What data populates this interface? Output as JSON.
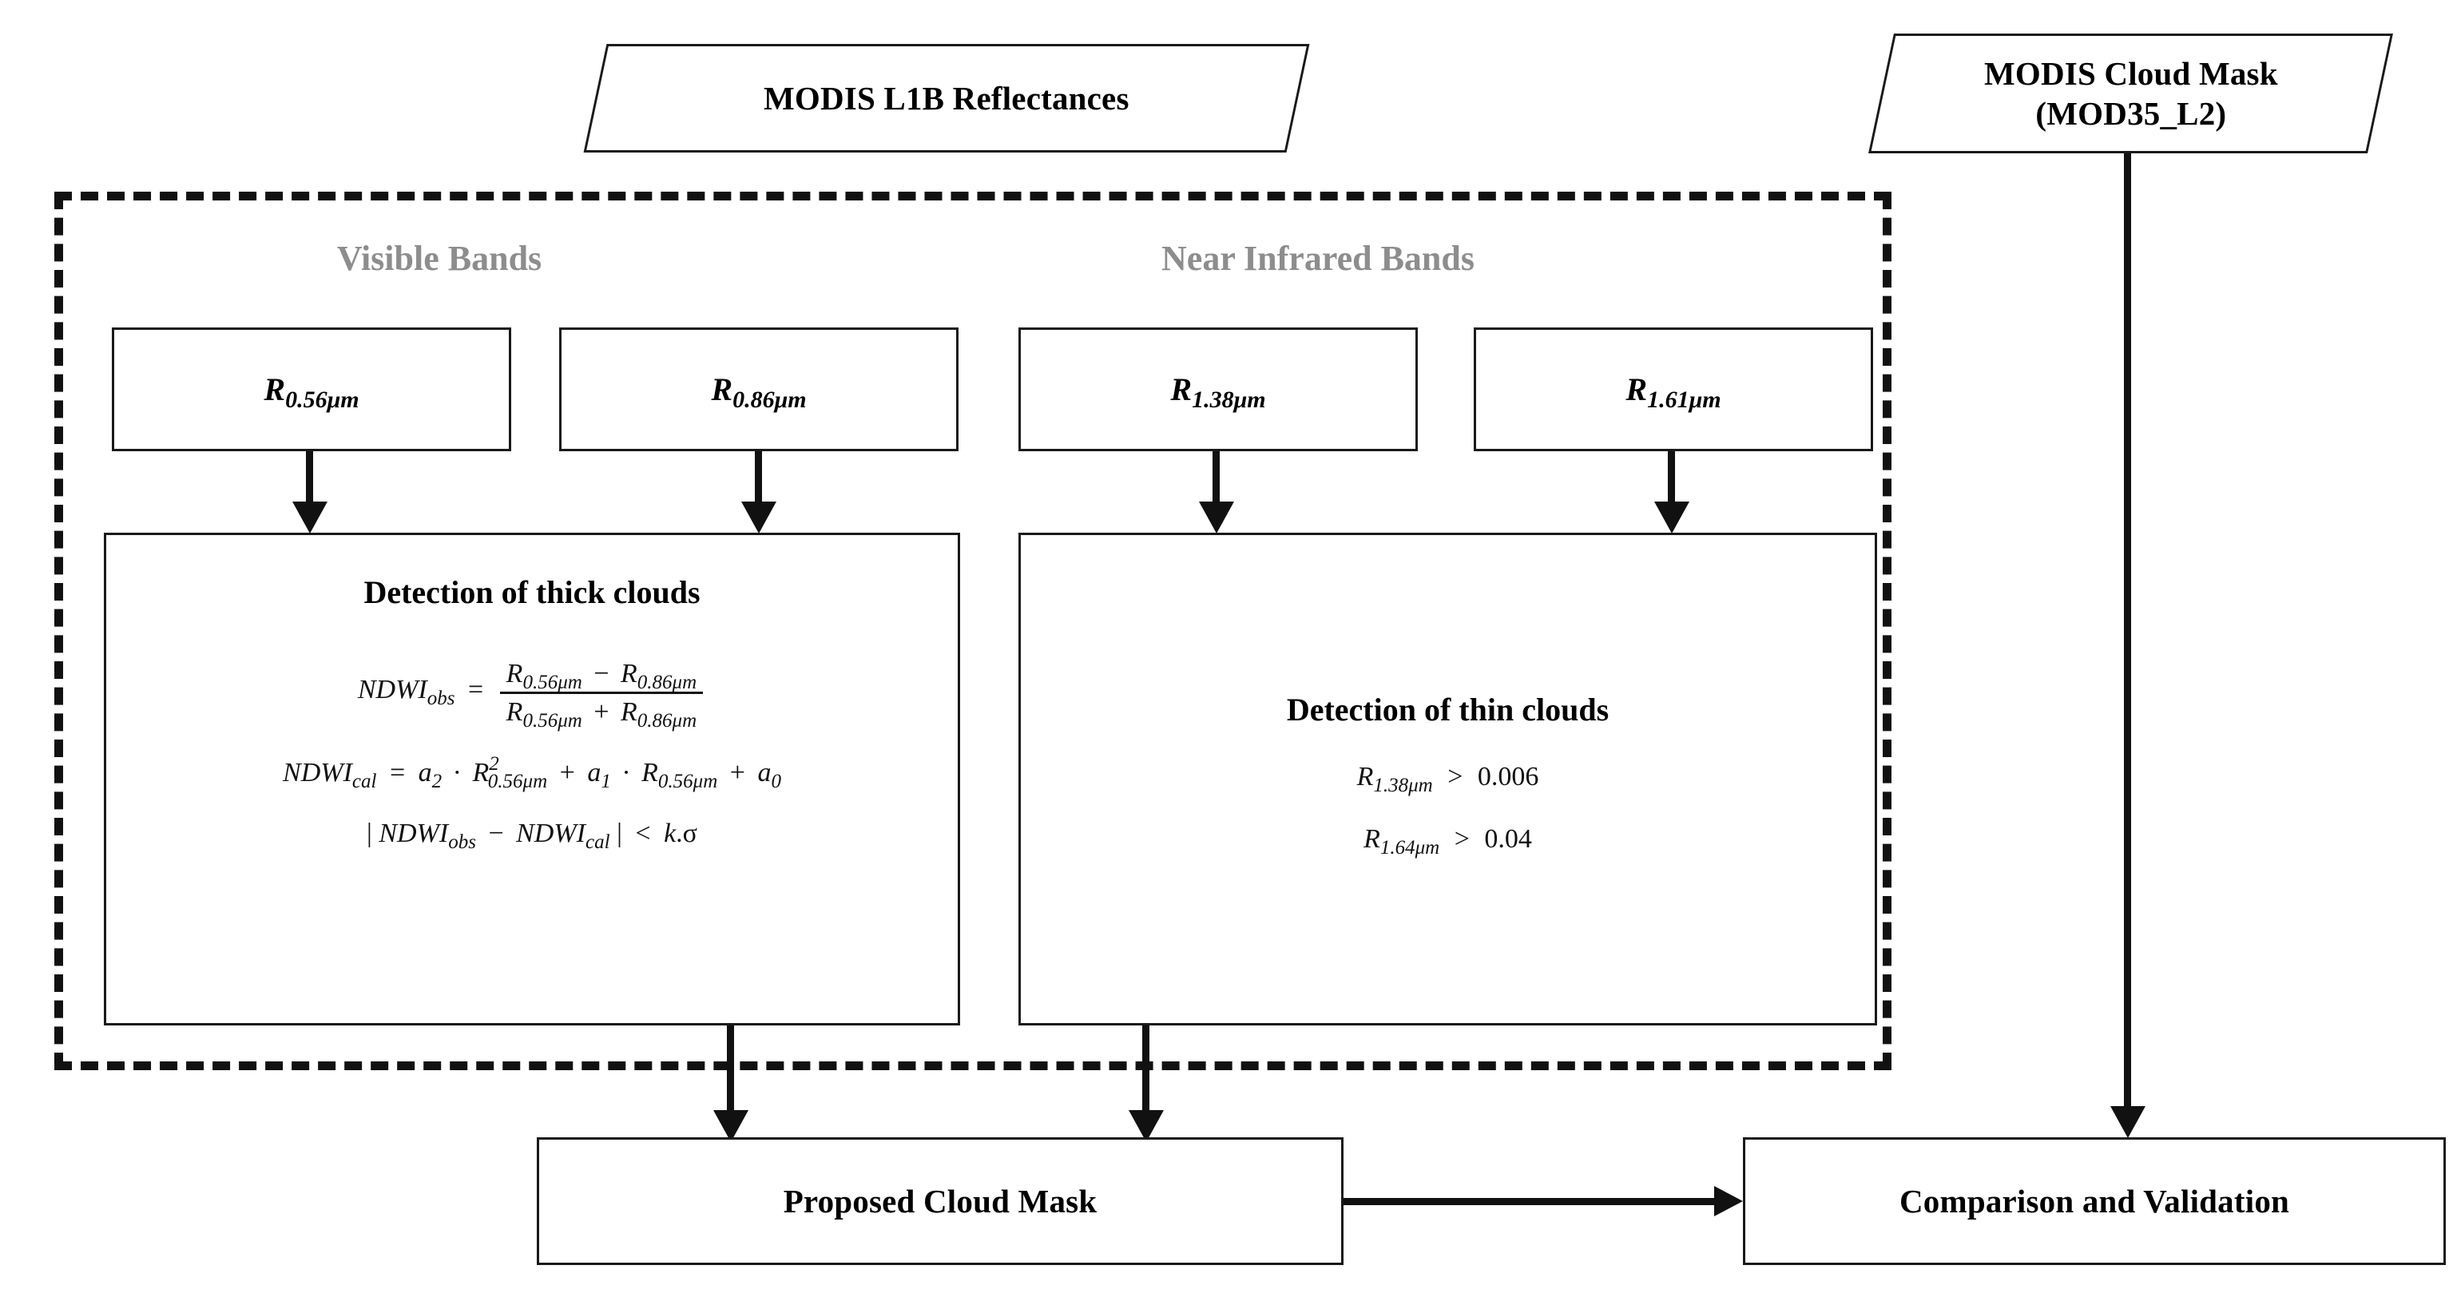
{
  "diagram": {
    "title": "MODIS cloud mask detection flowchart",
    "colors": {
      "line": "#111111",
      "box_border": "#1a1a1a",
      "section_header_gray": "#8d8d8d",
      "background": "#ffffff"
    }
  },
  "sources": {
    "l1b": "MODIS L1B Reflectances",
    "cloud_mask_line1": "MODIS Cloud Mask",
    "cloud_mask_line2": "(MOD35_L2)"
  },
  "sections": {
    "visible": "Visible Bands",
    "near_infrared": "Near Infrared Bands"
  },
  "bands": [
    {
      "symbol": "R",
      "sub": "0.56μm"
    },
    {
      "symbol": "R",
      "sub": "0.86μm"
    },
    {
      "symbol": "R",
      "sub": "1.38μm"
    },
    {
      "symbol": "R",
      "sub": "1.61μm"
    }
  ],
  "thick_clouds": {
    "title": "Detection of thick clouds",
    "ndwi_obs": {
      "lhs": "NDWI",
      "lhs_sub": "obs",
      "eq": "=",
      "numerator_a": "R",
      "numerator_a_sub": "0.56μm",
      "numerator_op": "−",
      "numerator_b": "R",
      "numerator_b_sub": "0.86μm",
      "denominator_a": "R",
      "denominator_a_sub": "0.56μm",
      "denominator_op": "+",
      "denominator_b": "R",
      "denominator_b_sub": "0.86μm"
    },
    "ndwi_cal": {
      "lhs": "NDWI",
      "lhs_sub": "cal",
      "eq": "=",
      "t1_coef": "a",
      "t1_coef_sub": "2",
      "t1_dot": "·",
      "t1_var": "R",
      "t1_var_sup": "2",
      "t1_var_sub": "0.56μm",
      "op1": "+",
      "t2_coef": "a",
      "t2_coef_sub": "1",
      "t2_dot": "·",
      "t2_var": "R",
      "t2_var_sub": "0.56μm",
      "op2": "+",
      "t3_coef": "a",
      "t3_coef_sub": "0"
    },
    "threshold": {
      "open": "|",
      "a": "NDWI",
      "a_sub": "obs",
      "op": "−",
      "b": "NDWI",
      "b_sub": "cal",
      "close": "|",
      "lt": "<",
      "k": "k",
      "dot": ".",
      "sigma": "σ"
    }
  },
  "thin_clouds": {
    "title": "Detection of thin clouds",
    "conditions": [
      {
        "symbol": "R",
        "sub": "1.38μm",
        "op": ">",
        "value": "0.006"
      },
      {
        "symbol": "R",
        "sub": "1.64μm",
        "op": ">",
        "value": "0.04"
      }
    ]
  },
  "outputs": {
    "proposed_cloud_mask": "Proposed Cloud Mask",
    "comparison_validation": "Comparison and Validation"
  }
}
